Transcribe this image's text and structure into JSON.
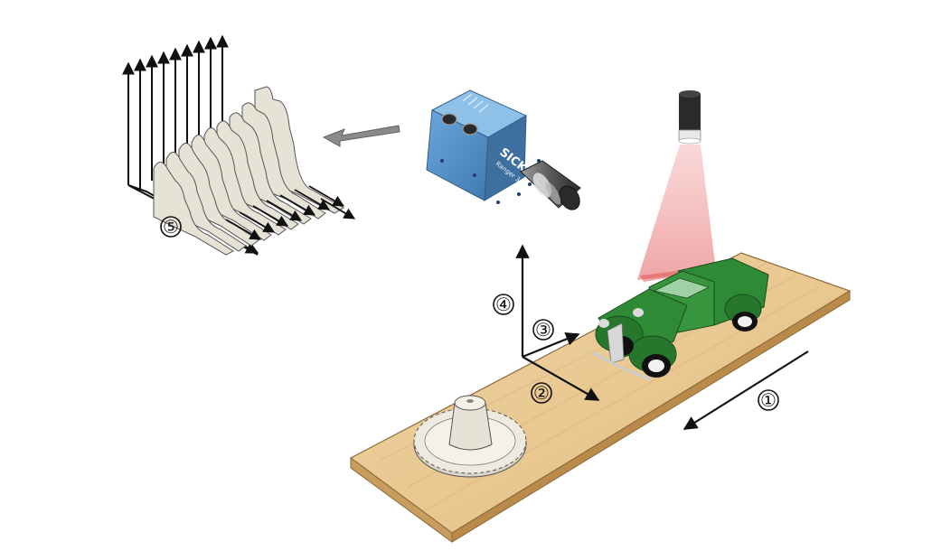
{
  "labels": {
    "step1": "①",
    "step2": "②",
    "step3": "③",
    "step4": "④",
    "step5": "⑤"
  },
  "camera": {
    "brand": "SICK",
    "model": "Ranger 3"
  },
  "colors": {
    "board": "#e9c892",
    "board_edge": "#c9a268",
    "truck": "#2f8a36",
    "laser": "#e86c6c",
    "camera_body": "#4f8fc6",
    "profile_fill": "#e6e2d6",
    "arrow": "#8a8a8a"
  },
  "icons": [
    "laser-emitter-icon",
    "camera-icon",
    "truck-icon",
    "gear-icon",
    "profile-stack-icon"
  ]
}
